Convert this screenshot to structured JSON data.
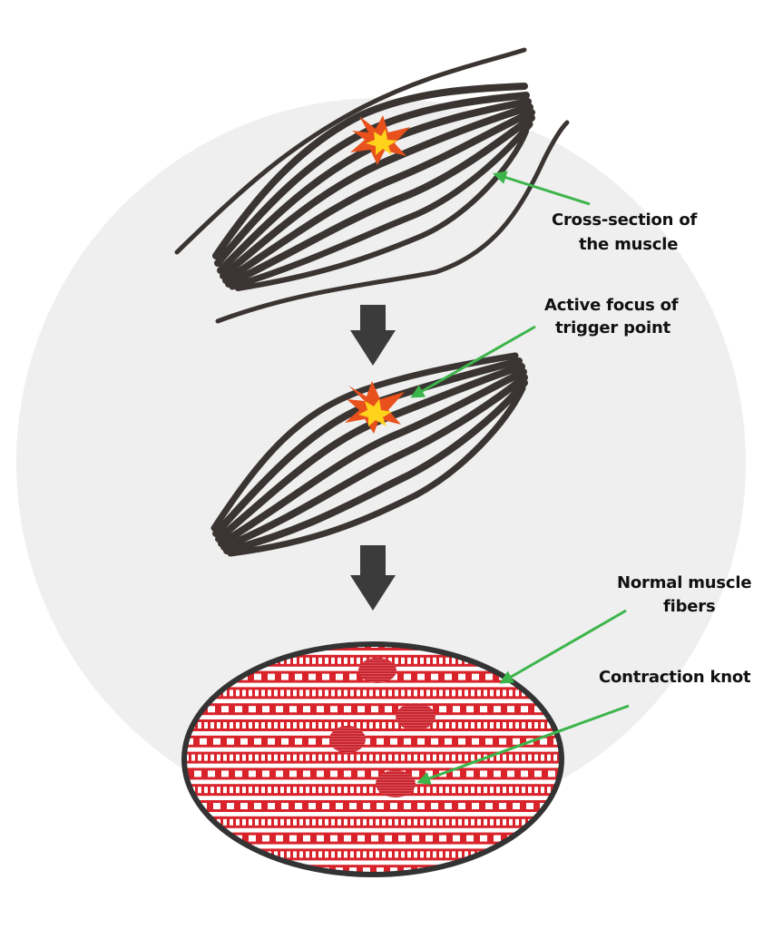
{
  "labels": {
    "cross_section_l1": "Cross-section of",
    "cross_section_l2": "the muscle",
    "active_focus_l1": "Active focus of",
    "active_focus_l2": "trigger point",
    "normal_fibers_l1": "Normal muscle",
    "normal_fibers_l2": "fibers",
    "contraction_knot": "Contraction knot"
  },
  "icons": {
    "trigger_burst": "starburst-icon",
    "flow_arrow": "down-arrow-icon"
  },
  "colors": {
    "background_circle": "#efefef",
    "muscle_fiber": "#3a3532",
    "fiber_red": "#d9232b",
    "knot_red": "#c8252f",
    "burst_outer": "#e8501c",
    "burst_inner": "#ffd21c",
    "pointer_green": "#3cb54a",
    "flow_arrow": "#3b3b3b",
    "oval_border": "#333333"
  }
}
